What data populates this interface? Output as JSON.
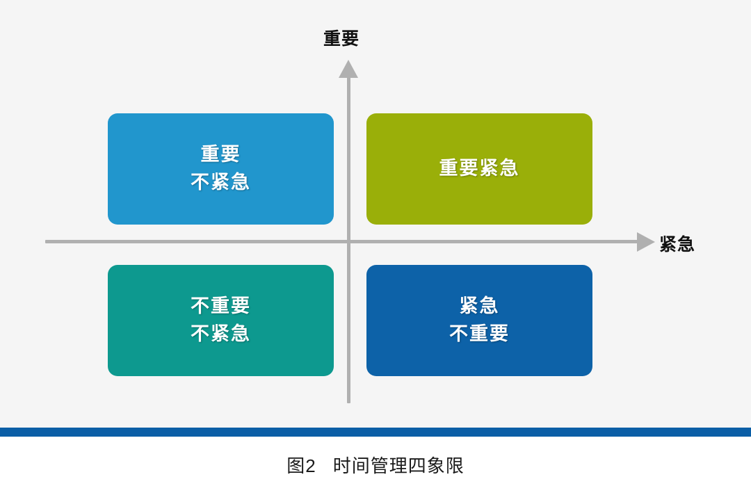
{
  "figure": {
    "background_color": "#f4f4f4",
    "plot_background_color": "#f5f5f5",
    "caption_number": "图2",
    "caption_title": "时间管理四象限",
    "accent_rule_color": "#0b5ea6"
  },
  "axes": {
    "vertical": {
      "label": "重要",
      "direction": "up",
      "line_color": "#b0b0b0"
    },
    "horizontal": {
      "label": "紧急",
      "direction": "right",
      "line_color": "#b0b0b0"
    }
  },
  "quadrants": [
    {
      "id": "important-not-urgent",
      "position": "top-left",
      "lines": [
        "重要",
        "不紧急"
      ],
      "fill_color": "#2196cd",
      "shadow_color": "#1b7cac",
      "text_color": "#ffffff"
    },
    {
      "id": "important-urgent",
      "position": "top-right",
      "lines": [
        "重要紧急"
      ],
      "fill_color": "#9aaf09",
      "shadow_color": "#7e9007",
      "text_color": "#ffffff"
    },
    {
      "id": "not-important-not-urgent",
      "position": "bottom-left",
      "lines": [
        "不重要",
        "不紧急"
      ],
      "fill_color": "#0d998f",
      "shadow_color": "#097e76",
      "text_color": "#ffffff"
    },
    {
      "id": "urgent-not-important",
      "position": "bottom-right",
      "lines": [
        "紧急",
        "不重要"
      ],
      "fill_color": "#0d62a8",
      "shadow_color": "#0a4f88",
      "text_color": "#ffffff"
    }
  ]
}
